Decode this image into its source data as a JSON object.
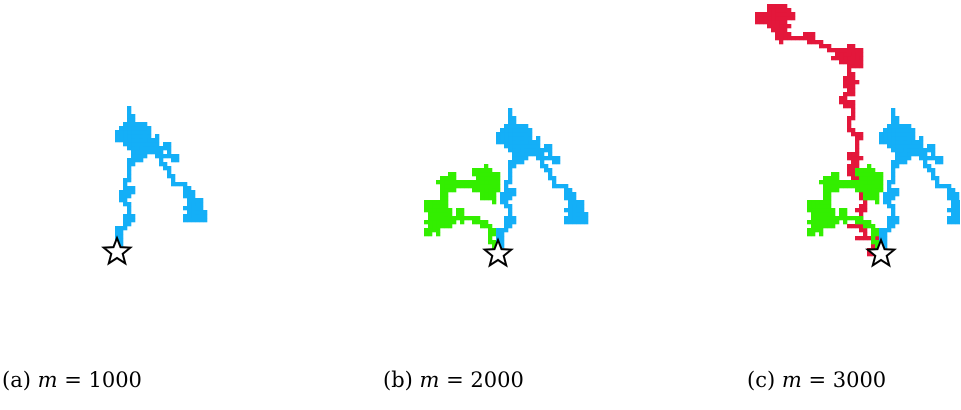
{
  "colors": {
    "walk_1": "#14aff7",
    "walk_2": "#33ee00",
    "walk_3": "#e3173b",
    "start_marker_fill": "#ffffff",
    "start_marker_stroke": "#000000"
  },
  "panels": [
    {
      "label": "(a)",
      "variable": "m",
      "equals": " = ",
      "value": "1000",
      "walks": [
        "walk_1"
      ]
    },
    {
      "label": "(b)",
      "variable": "m",
      "equals": " = ",
      "value": "2000",
      "walks": [
        "walk_1",
        "walk_2"
      ]
    },
    {
      "label": "(c)",
      "variable": "m",
      "equals": " = ",
      "value": "3000",
      "walks": [
        "walk_1",
        "walk_2",
        "walk_3"
      ]
    }
  ],
  "marker_icon": "star-outline-icon"
}
